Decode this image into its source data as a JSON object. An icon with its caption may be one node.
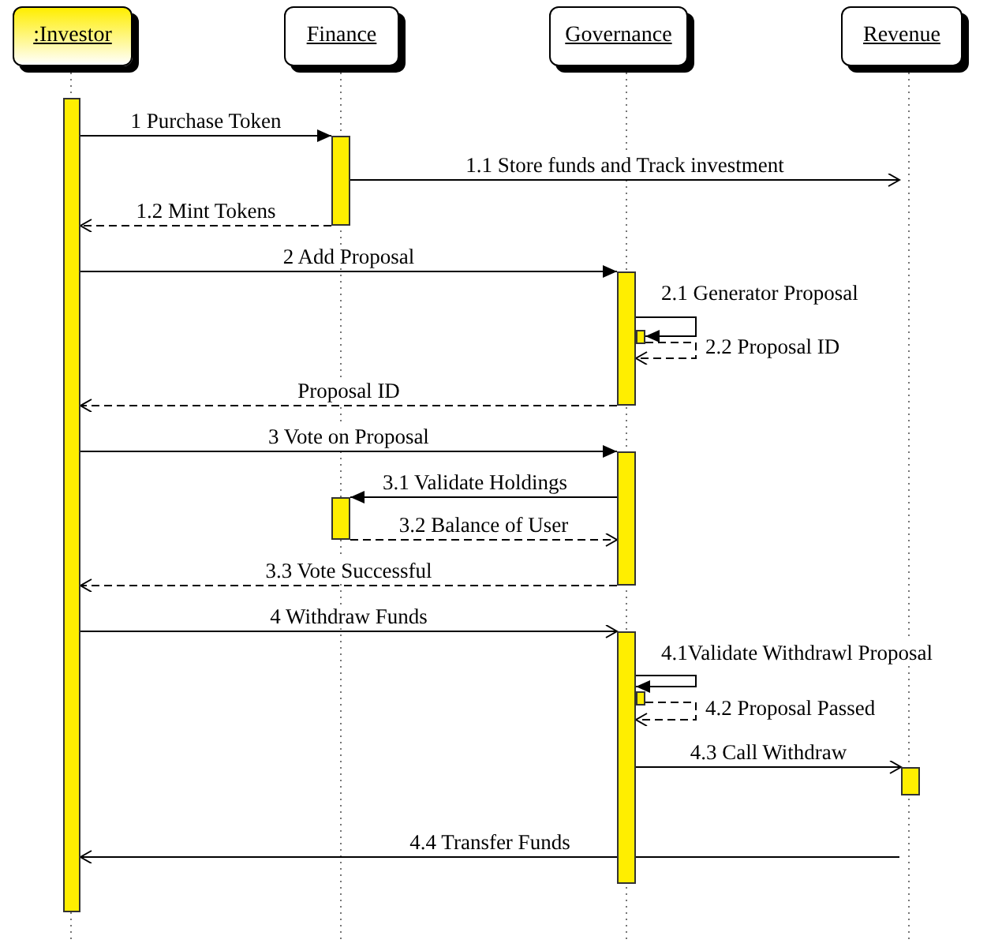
{
  "diagram": {
    "nodes": [
      {
        "text": [
          ":Investor"
        ]
      },
      {
        "text": [
          "Finance"
        ]
      },
      {
        "text": [
          "Governance"
        ]
      },
      {
        "text": [
          "Revenue"
        ]
      },
      {
        "text": [],
        "shape": "bar"
      },
      {
        "text": [],
        "shape": "bar"
      },
      {
        "text": [],
        "shape": "bar"
      },
      {
        "text": [],
        "shape": "bar"
      },
      {
        "text": [],
        "shape": "bar"
      },
      {
        "text": [],
        "shape": "bar"
      },
      {
        "text": [],
        "shape": "bar"
      },
      {
        "text": [],
        "shape": "bar"
      },
      {
        "text": [],
        "shape": "bar"
      }
    ],
    "edges": [
      {
        "from": 4,
        "to": 5,
        "arrow": "to",
        "label": "1 Purchase Token"
      },
      {
        "from": 5,
        "to": null,
        "arrow": "to",
        "label": "1.1 Store funds and Track investment"
      },
      {
        "from": 5,
        "to": 4,
        "arrow": "to",
        "label": "1.2 Mint Tokens",
        "style": "dashed"
      },
      {
        "from": 4,
        "to": 6,
        "arrow": "to",
        "label": "2 Add Proposal"
      },
      {
        "from": 6,
        "to": 7,
        "arrow": "to",
        "label": "2.1 Generator Proposal"
      },
      {
        "from": 7,
        "to": 6,
        "arrow": "to",
        "label": "2.2 Proposal ID",
        "style": "dashed"
      },
      {
        "from": 6,
        "to": 4,
        "arrow": "to",
        "label": "Proposal ID",
        "style": "dashed"
      },
      {
        "from": 4,
        "to": 8,
        "arrow": "to",
        "label": "3 Vote on Proposal"
      },
      {
        "from": 8,
        "to": 9,
        "arrow": "to",
        "label": "3.1 Validate Holdings"
      },
      {
        "from": 9,
        "to": 8,
        "arrow": "to",
        "label": "3.2 Balance of User",
        "style": "dashed"
      },
      {
        "from": 8,
        "to": 4,
        "arrow": "to",
        "label": "3.3 Vote Successful",
        "style": "dashed"
      },
      {
        "from": 4,
        "to": 10,
        "arrow": "to",
        "label": "4 Withdraw Funds"
      },
      {
        "from": 10,
        "to": 10,
        "arrow": "to",
        "label": "4.1Validate Withdrawl Proposal"
      },
      {
        "from": 11,
        "to": 10,
        "arrow": "to",
        "label": "4.2 Proposal Passed",
        "style": "dashed"
      },
      {
        "from": 10,
        "to": 12,
        "arrow": "to",
        "label": "4.3 Call Withdraw"
      },
      {
        "from": null,
        "to": 4,
        "arrow": "to",
        "label": "4.4 Transfer Funds"
      }
    ]
  }
}
